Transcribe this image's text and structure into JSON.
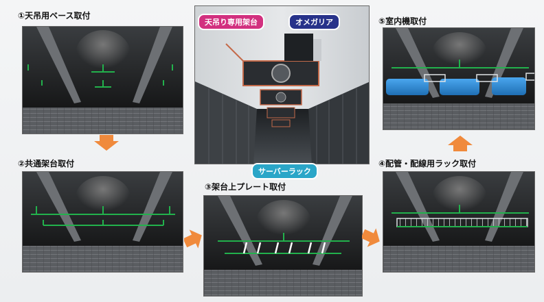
{
  "steps": [
    {
      "label": "①天吊用ベース取付"
    },
    {
      "label": "②共通架台取付"
    },
    {
      "label": "③架台上プレート取付"
    },
    {
      "label": "④配管・配線用ラック取付"
    },
    {
      "label": "⑤室内機取付"
    }
  ],
  "callouts": {
    "frame": "天吊り専用架台",
    "omega": "オメガリア",
    "rack": "サーバーラック"
  },
  "colors": {
    "arrow": "#f08a3c",
    "frame_green": "#22b24c",
    "unit_blue": "#2f8fd8",
    "callout_pink": "#d2307f",
    "callout_navy": "#27328a",
    "callout_cyan": "#2aa6c8"
  }
}
